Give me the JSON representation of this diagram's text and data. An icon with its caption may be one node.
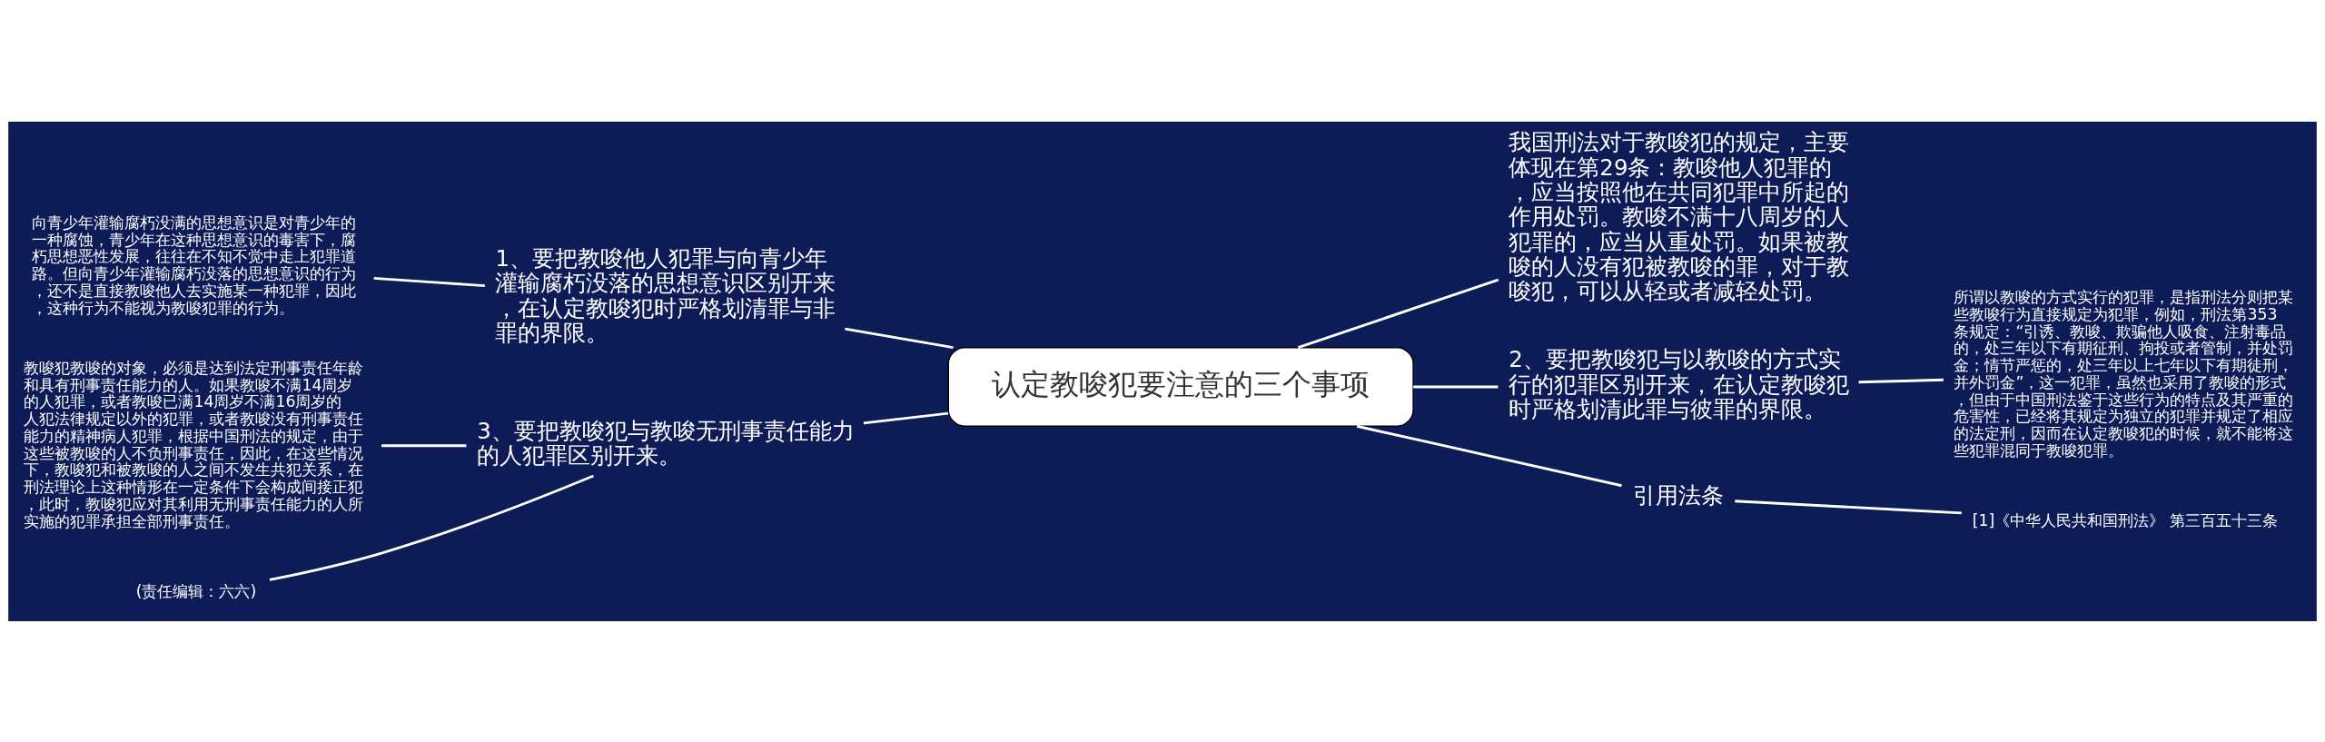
{
  "diagram": {
    "nodes": [
      {
        "text": [
          "认定教唆犯要注意的三个事项"
        ]
      },
      {
        "text": [
          "1、要把教唆他人犯罪与向青少年灌输腐朽没落的思想意识区别开来，在认定教唆犯时严格划清罪与非罪的界限。"
        ]
      },
      {
        "text": [
          "向青少年灌输腐朽没满的思想意识是对青少年的一种腐蚀，青少年在这种思想意识的毒害下，腐朽思想恶性发展，往往在不知不觉中走上犯罪道路。但向青少年灌输腐朽没落的思想意识的行为，还不是直接教唆他人去实施某一种犯罪，因此，这种行为不能视为教唆犯罪的行为。"
        ]
      },
      {
        "text": [
          "我国刑法对于教唆犯的规定，主要体现在第29条：教唆他人犯罪的，应当按照他在共同犯罪中所起的作用处罚。教唆不满十八周岁的人犯罪的，应当从重处罚。如果被教唆的人没有犯被教唆的罪，对于教唆犯，可以从轻或者减轻处罚。"
        ]
      },
      {
        "text": [
          "2、要把教唆犯与以教唆的方式实行的犯罪区别开来，在认定教唆犯时严格划清此罪与彼罪的界限。"
        ]
      },
      {
        "text": [
          "所谓以教唆的方式实行的犯罪，是指刑法分则把某些教唆行为直接规定为犯罪，例如，刑法第353条规定：“引诱、教唆、欺骗他人吸食、注射毒品的，处三年以下有期征刑、拘投或者管制，并处罚金；情节严惩的，处三年以上七年以下有期徒刑，并外罚金”，这一犯罪，虽然也采用了教唆的形式，但由于中国刑法鉴于这些行为的特点及其严重的危害性，已经将其规定为独立的犯罪并规定了相应的法定刑，因而在认定教唆犯的时候，就不能将这些犯罪混同于教唆犯罪。"
        ]
      },
      {
        "text": [
          "3、要把教唆犯与教唆无刑事责任能力的人犯罪区别开来。"
        ]
      },
      {
        "text": [
          "教唆犯教唆的对象，必须是达到法定刑事责任年龄和具有刑事责任能力的人。如果教唆不满14周岁的人犯罪，或者教唆已满14周岁不满16周岁的人犯法律规定以外的犯罪，或者教唆没有刑事责任能力的精神病人犯罪，根据中国刑法的规定，由于这些被教唆的人不负刑事责任，因此，在这些情况下，教唆犯和被教唆的人之间不发生共犯关系，在刑法理论上这种情形在一定条件下会构成间接正犯，此时，教唆犯应对其利用无刑事责任能力的人所实施的犯罪承担全部刑事责任。"
        ]
      },
      {
        "text": [
          "(责任编辑：六六)"
        ]
      },
      {
        "text": [
          "引用法条"
        ]
      },
      {
        "text": [
          "[1]《中华人民共和国刑法》 第三百五十三条"
        ]
      }
    ],
    "edges": [
      {
        "from": 0,
        "to": 1,
        "arrow": "none"
      },
      {
        "from": 1,
        "to": 2,
        "arrow": "none"
      },
      {
        "from": 0,
        "to": 3,
        "arrow": "none"
      },
      {
        "from": 0,
        "to": 4,
        "arrow": "none"
      },
      {
        "from": 4,
        "to": 5,
        "arrow": "none"
      },
      {
        "from": 0,
        "to": 6,
        "arrow": "none"
      },
      {
        "from": 6,
        "to": 7,
        "arrow": "none"
      },
      {
        "from": 6,
        "to": 8,
        "arrow": "none"
      },
      {
        "from": 0,
        "to": 9,
        "arrow": "none"
      },
      {
        "from": 9,
        "to": 10,
        "arrow": "none"
      }
    ]
  }
}
